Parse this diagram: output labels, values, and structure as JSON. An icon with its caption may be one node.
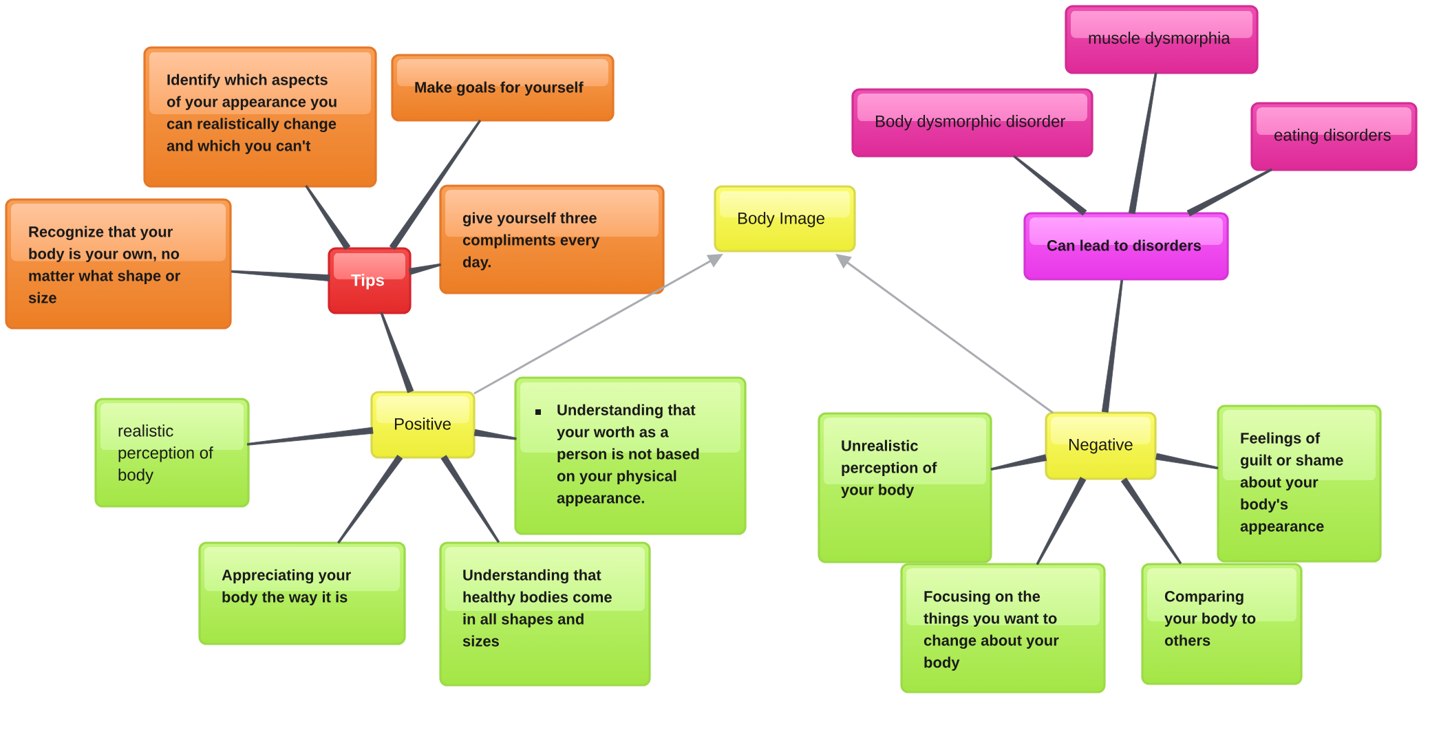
{
  "diagram": {
    "nodes": [
      {
        "text": [
          "Body Image"
        ]
      },
      {
        "text": [
          "Tips"
        ]
      },
      {
        "text": [
          "Identify which aspects of your appearance you can realistically change and which you can't"
        ]
      },
      {
        "text": [
          "Make goals for yourself"
        ]
      },
      {
        "text": [
          "Recognize that your body is your own, no matter what shape or size"
        ]
      },
      {
        "text": [
          "give yourself three compliments every day."
        ]
      },
      {
        "text": [
          "Positive"
        ]
      },
      {
        "text": [
          "realistic perception of body"
        ]
      },
      {
        "text": [
          "Understanding that your worth as a person is not based on your physical appearance."
        ]
      },
      {
        "text": [
          "Appreciating your body the way it is"
        ]
      },
      {
        "text": [
          "Understanding that healthy bodies come in all shapes and sizes"
        ]
      },
      {
        "text": [
          "Can lead to disorders"
        ]
      },
      {
        "text": [
          "muscle dysmorphia"
        ]
      },
      {
        "text": [
          "Body dysmorphic disorder"
        ]
      },
      {
        "text": [
          "eating disorders"
        ]
      },
      {
        "text": [
          "Negative"
        ]
      },
      {
        "text": [
          "Unrealistic perception of your body"
        ]
      },
      {
        "text": [
          "Feelings of guilt or shame about your body's appearance"
        ]
      },
      {
        "text": [
          "Focusing on the things you want to change about your body"
        ]
      },
      {
        "text": [
          "Comparing your body to others"
        ]
      }
    ],
    "edges": [
      {
        "from": 6,
        "to": 1,
        "arrow": "none"
      },
      {
        "from": 1,
        "to": 2,
        "arrow": "none"
      },
      {
        "from": 1,
        "to": 3,
        "arrow": "none"
      },
      {
        "from": 1,
        "to": 4,
        "arrow": "none"
      },
      {
        "from": 1,
        "to": 5,
        "arrow": "none"
      },
      {
        "from": 6,
        "to": 7,
        "arrow": "none"
      },
      {
        "from": 6,
        "to": 8,
        "arrow": "none"
      },
      {
        "from": 6,
        "to": 9,
        "arrow": "none"
      },
      {
        "from": 6,
        "to": 10,
        "arrow": "none"
      },
      {
        "from": 6,
        "to": 0,
        "arrow": "to",
        "color": "#a9acb1"
      },
      {
        "from": 15,
        "to": 11,
        "arrow": "none"
      },
      {
        "from": 11,
        "to": 12,
        "arrow": "none"
      },
      {
        "from": 11,
        "to": 13,
        "arrow": "none"
      },
      {
        "from": 11,
        "to": 14,
        "arrow": "none"
      },
      {
        "from": 15,
        "to": 16,
        "arrow": "none"
      },
      {
        "from": 15,
        "to": 17,
        "arrow": "none"
      },
      {
        "from": 15,
        "to": 18,
        "arrow": "none"
      },
      {
        "from": 15,
        "to": 19,
        "arrow": "none"
      },
      {
        "from": 15,
        "to": 0,
        "arrow": "to",
        "color": "#a9acb1"
      }
    ]
  }
}
